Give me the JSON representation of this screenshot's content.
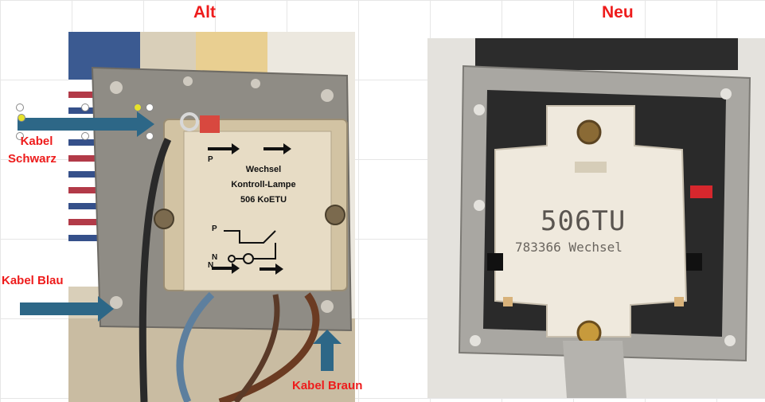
{
  "headings": {
    "old": "Alt",
    "new": "Neu"
  },
  "labels": {
    "black_cable_line1": "Kabel",
    "black_cable_line2": "Schwarz",
    "blue_cable": "Kabel Blau",
    "brown_cable": "Kabel Braun"
  },
  "old_switch_print": {
    "line1": "Wechsel",
    "line2": "Kontroll-Lampe",
    "line3": "506 KoETU",
    "terminal_p": "P",
    "terminal_n": "N"
  },
  "new_switch_print": {
    "model": "506TU",
    "code": "783366 Wechsel"
  },
  "colors": {
    "label_red": "#ee1c1c",
    "arrow_blue": "#2d6787"
  }
}
